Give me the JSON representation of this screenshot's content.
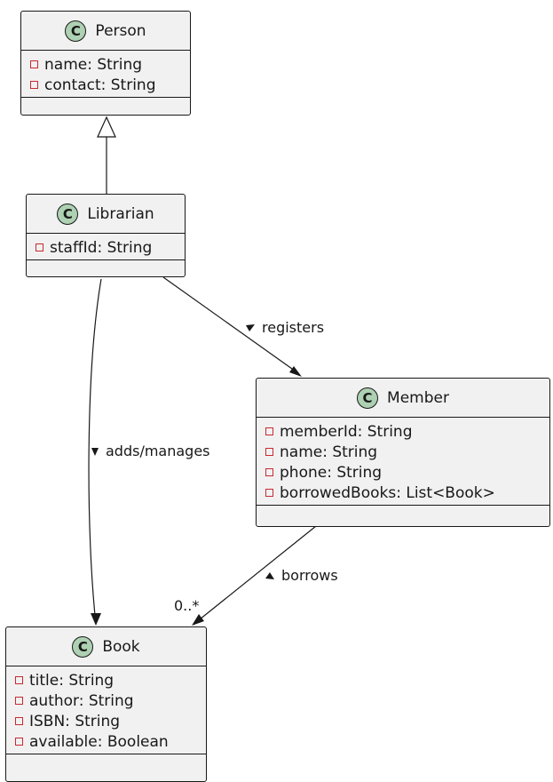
{
  "classes": {
    "person": {
      "badge": "C",
      "name": "Person",
      "attrs": [
        "name: String",
        "contact: String"
      ]
    },
    "librarian": {
      "badge": "C",
      "name": "Librarian",
      "attrs": [
        "staffId: String"
      ]
    },
    "member": {
      "badge": "C",
      "name": "Member",
      "attrs": [
        "memberId: String",
        "name: String",
        "phone: String",
        "borrowedBooks: List<Book>"
      ]
    },
    "book": {
      "badge": "C",
      "name": "Book",
      "attrs": [
        "title: String",
        "author: String",
        "ISBN: String",
        "available: Boolean"
      ]
    }
  },
  "relations": {
    "registers": {
      "label": "registers"
    },
    "adds_manages": {
      "label": "adds/manages"
    },
    "borrows": {
      "label": "borrows",
      "multiplicity": "0..*"
    }
  },
  "colors": {
    "class_fill": "#f1f1f1",
    "badge_fill": "#add1b2",
    "line": "#181818",
    "private_marker": "#c82930"
  }
}
